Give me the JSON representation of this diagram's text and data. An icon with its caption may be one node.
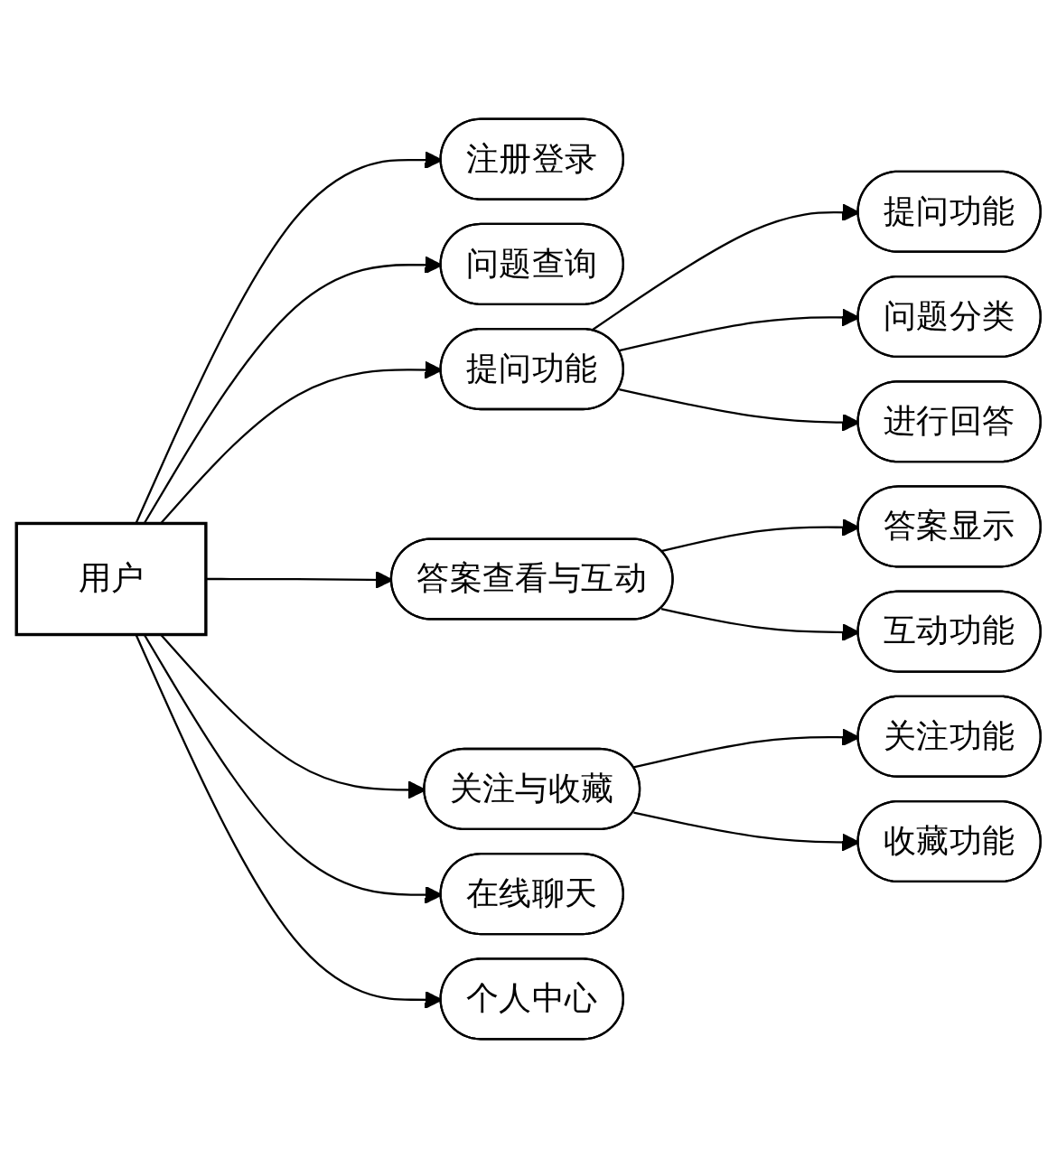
{
  "diagram": {
    "nodes": [
      {
        "text": [
          "用户"
        ]
      },
      {
        "text": [
          "注册登录"
        ]
      },
      {
        "text": [
          "问题查询"
        ]
      },
      {
        "text": [
          "提问功能"
        ]
      },
      {
        "text": [
          "答案查看与互动"
        ]
      },
      {
        "text": [
          "关注与收藏"
        ]
      },
      {
        "text": [
          "在线聊天"
        ]
      },
      {
        "text": [
          "个人中心"
        ]
      },
      {
        "text": [
          "提问功能"
        ]
      },
      {
        "text": [
          "问题分类"
        ]
      },
      {
        "text": [
          "进行回答"
        ]
      },
      {
        "text": [
          "答案显示"
        ]
      },
      {
        "text": [
          "互动功能"
        ]
      },
      {
        "text": [
          "关注功能"
        ]
      },
      {
        "text": [
          "收藏功能"
        ]
      }
    ],
    "edges": [
      {
        "from": 0,
        "to": 1,
        "arrow": "to"
      },
      {
        "from": 0,
        "to": 2,
        "arrow": "to"
      },
      {
        "from": 0,
        "to": 3,
        "arrow": "to"
      },
      {
        "from": 0,
        "to": 4,
        "arrow": "to"
      },
      {
        "from": 0,
        "to": 5,
        "arrow": "to"
      },
      {
        "from": 0,
        "to": 6,
        "arrow": "to"
      },
      {
        "from": 0,
        "to": 7,
        "arrow": "to"
      },
      {
        "from": 3,
        "to": 8,
        "arrow": "to"
      },
      {
        "from": 3,
        "to": 9,
        "arrow": "to"
      },
      {
        "from": 3,
        "to": 10,
        "arrow": "to"
      },
      {
        "from": 4,
        "to": 11,
        "arrow": "to"
      },
      {
        "from": 4,
        "to": 12,
        "arrow": "to"
      },
      {
        "from": 5,
        "to": 13,
        "arrow": "to"
      },
      {
        "from": 5,
        "to": 14,
        "arrow": "to"
      }
    ]
  }
}
